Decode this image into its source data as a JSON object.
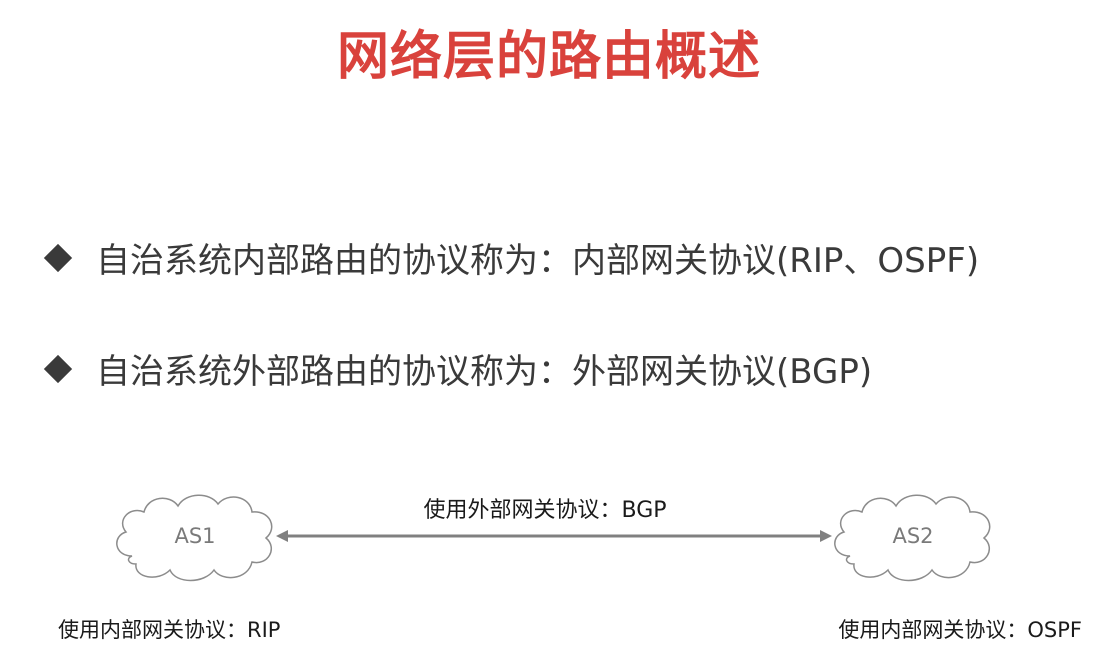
{
  "title": "网络层的路由概述",
  "bullets": [
    "自治系统内部路由的协议称为：内部网关协议(RIP、OSPF)",
    "自治系统外部路由的协议称为：外部网关协议(BGP)"
  ],
  "diagram": {
    "as1": "AS1",
    "as2": "AS2",
    "link_label": "使用外部网关协议：BGP",
    "as1_protocol": "使用内部网关协议：RIP",
    "as2_protocol": "使用内部网关协议：OSPF"
  },
  "colors": {
    "title": "#d9423c",
    "text": "#3a3a3a",
    "arrow": "#808080",
    "cloud_stroke": "#8c8c8c"
  }
}
